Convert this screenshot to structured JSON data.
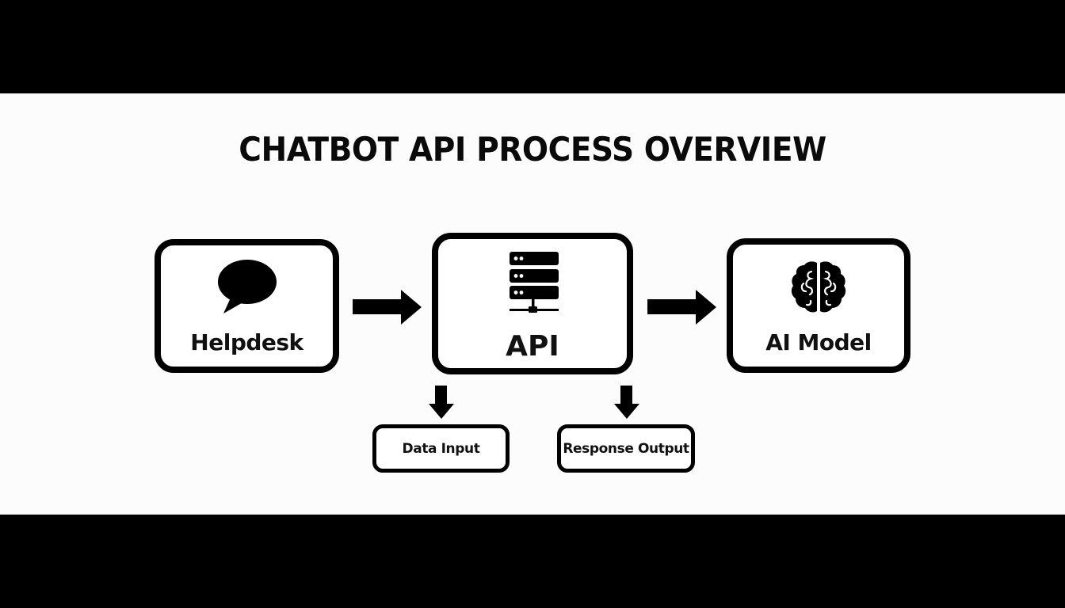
{
  "title": "CHATBOT API PROCESS OVERVIEW",
  "nodes": [
    {
      "id": "helpdesk",
      "label": "Helpdesk",
      "icon": "speech-bubble-icon"
    },
    {
      "id": "api",
      "label": "API",
      "icon": "server-icon"
    },
    {
      "id": "ai_model",
      "label": "AI Model",
      "icon": "brain-icon"
    }
  ],
  "sub_nodes": [
    {
      "id": "data_input",
      "label": "Data Input",
      "parent": "api"
    },
    {
      "id": "response_output",
      "label": "Response Output",
      "parent": "api"
    }
  ],
  "edges": [
    {
      "from": "helpdesk",
      "to": "api",
      "direction": "right"
    },
    {
      "from": "api",
      "to": "ai_model",
      "direction": "right"
    },
    {
      "from": "api",
      "to": "data_input",
      "direction": "down"
    },
    {
      "from": "api",
      "to": "response_output",
      "direction": "down"
    }
  ],
  "colors": {
    "background": "#fcfcfc",
    "letterbox": "#000000",
    "stroke": "#000000",
    "text": "#111111"
  }
}
